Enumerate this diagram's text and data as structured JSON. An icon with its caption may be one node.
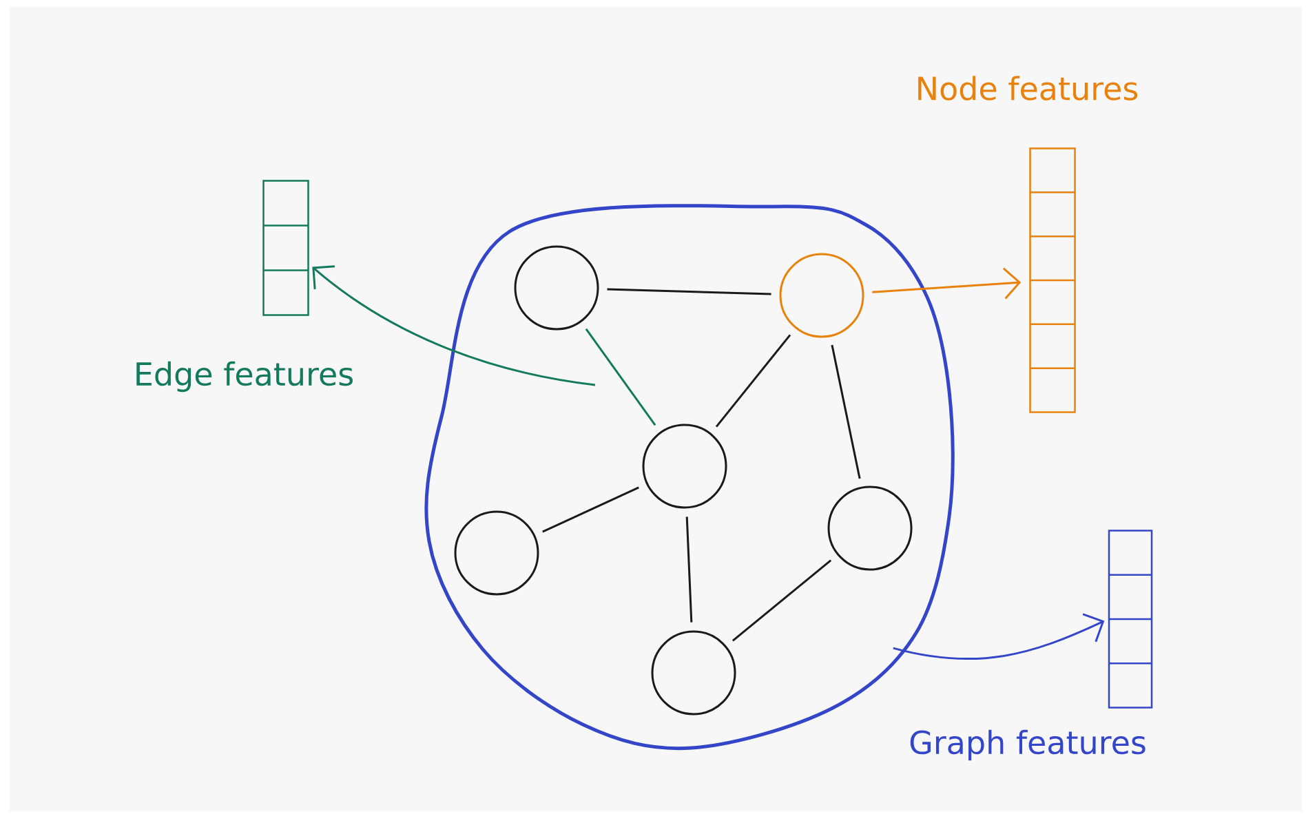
{
  "diagram": {
    "nodes": [
      {
        "text": [],
        "shape": "blob"
      },
      {
        "text": [],
        "shape": "circle",
        "in": 0
      },
      {
        "text": [],
        "shape": "circle",
        "in": 0
      },
      {
        "text": [],
        "shape": "circle",
        "in": 0
      },
      {
        "text": [],
        "shape": "circle",
        "in": 0
      },
      {
        "text": [],
        "shape": "circle",
        "in": 0
      },
      {
        "text": [],
        "shape": "circle",
        "in": 0
      },
      {
        "text": [
          "Edge features"
        ]
      },
      {
        "text": [
          "Node features"
        ]
      },
      {
        "text": [
          "Graph features"
        ]
      }
    ],
    "edges": [
      {
        "from": 1,
        "to": 2,
        "arrow": "none"
      },
      {
        "from": 1,
        "to": 3,
        "arrow": "none",
        "color": "#137a5a"
      },
      {
        "from": 2,
        "to": 3,
        "arrow": "none"
      },
      {
        "from": 2,
        "to": 5,
        "arrow": "none"
      },
      {
        "from": 3,
        "to": 4,
        "arrow": "none"
      },
      {
        "from": 3,
        "to": 6,
        "arrow": "none"
      },
      {
        "from": 6,
        "to": 5,
        "arrow": "none"
      },
      {
        "from": null,
        "to": 7,
        "arrow": "to",
        "color": "#137a5a"
      },
      {
        "from": 2,
        "to": 8,
        "arrow": "to",
        "color": "#e8820c"
      },
      {
        "from": 0,
        "to": 9,
        "arrow": "to",
        "color": "#3345c8"
      }
    ]
  }
}
